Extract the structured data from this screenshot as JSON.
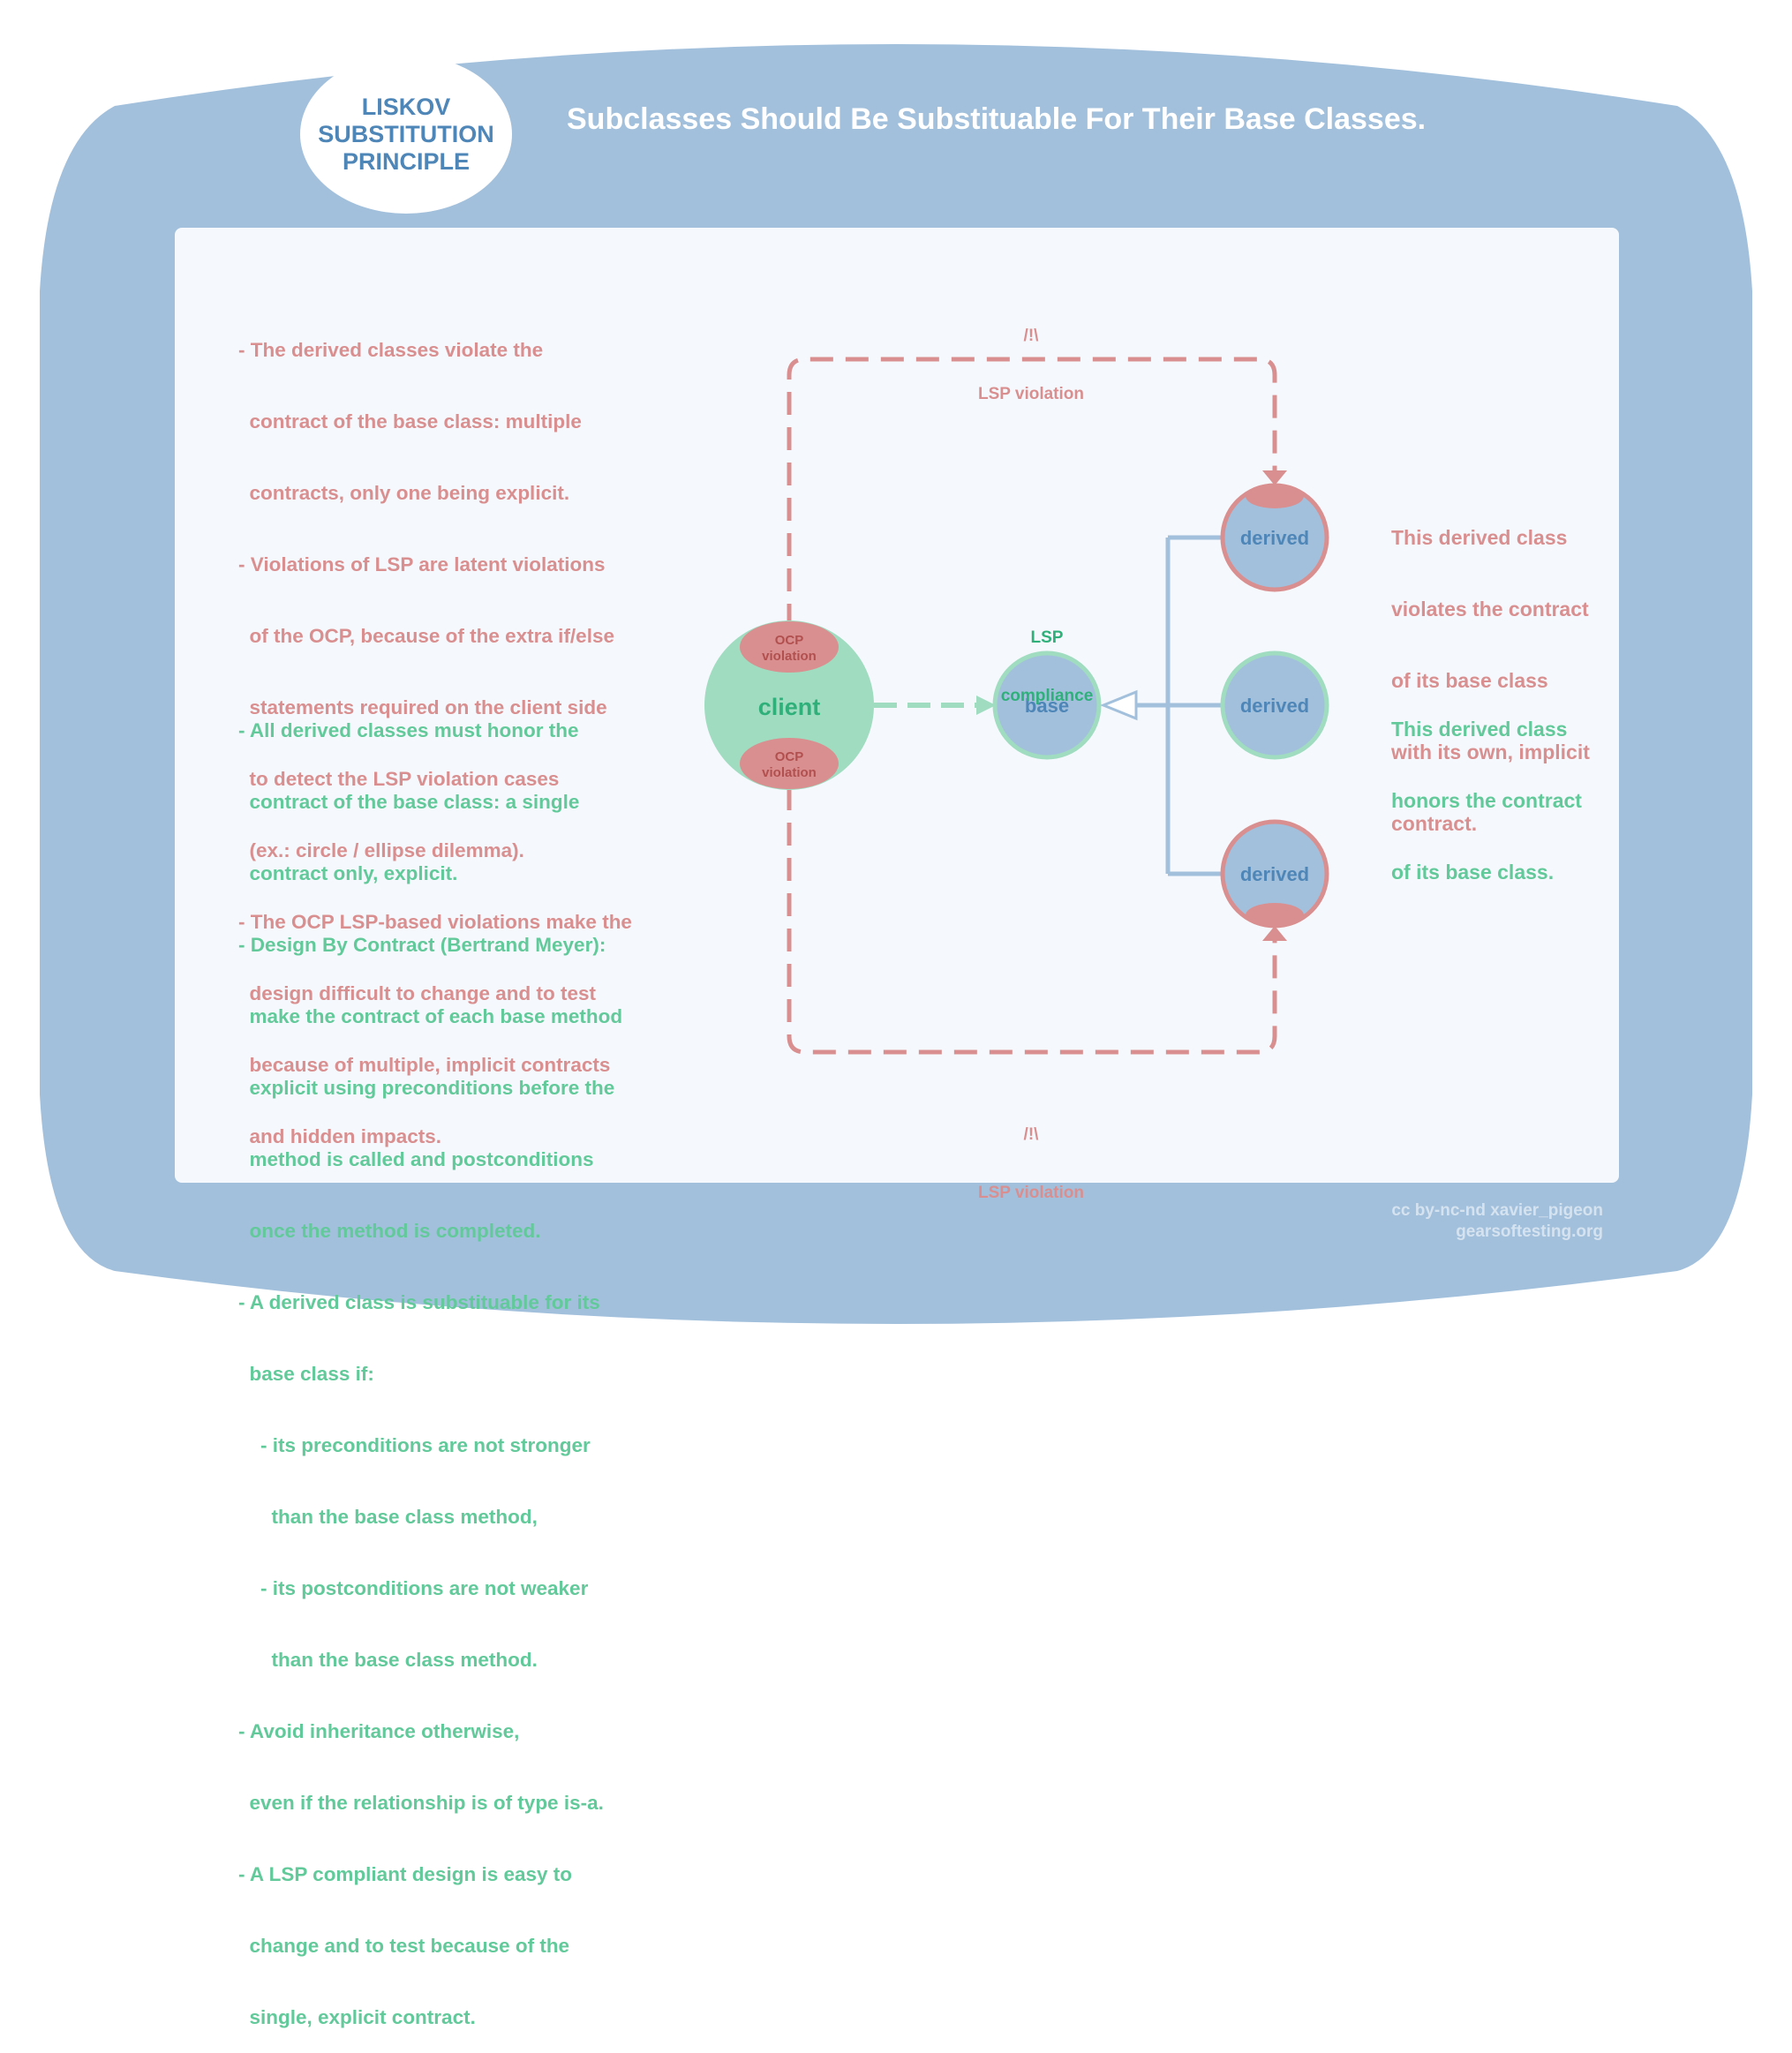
{
  "badge": {
    "lines": [
      "LISKOV",
      "SUBSTITUTION",
      "PRINCIPLE"
    ]
  },
  "title": "Subclasses Should Be Substituable For Their Base Classes.",
  "violation_notes": [
    "- The derived classes violate the",
    "  contract of the base class: multiple",
    "  contracts, only one being explicit.",
    "- Violations of LSP are latent violations",
    "  of the OCP, because of the extra if/else",
    "  statements required on the client side",
    "  to detect the LSP violation cases",
    "  (ex.: circle / ellipse dilemma).",
    "- The OCP LSP-based violations make the",
    "  design difficult to change and to test",
    "  because of multiple, implicit contracts",
    "  and hidden impacts."
  ],
  "compliance_notes": [
    "- All derived classes must honor the",
    "  contract of the base class: a single",
    "  contract only, explicit.",
    "- Design By Contract (Bertrand Meyer):",
    "  make the contract of each base method",
    "  explicit using preconditions before the",
    "  method is called and postconditions",
    "  once the method is completed.",
    "- A derived class is substituable for its",
    "  base class if:",
    "    - its preconditions are not stronger",
    "      than the base class method,",
    "    - its postconditions are not weaker",
    "      than the base class method.",
    "- Avoid inheritance otherwise,",
    "  even if the relationship is of type is-a.",
    "- A LSP compliant design is easy to",
    "  change and to test because of the",
    "  single, explicit contract."
  ],
  "diagram": {
    "client_label": "client",
    "base_label": "base",
    "derived_top_label": "derived",
    "derived_middle_label": "derived",
    "derived_bottom_label": "derived",
    "ocp_top": [
      "OCP",
      "violation"
    ],
    "ocp_bottom": [
      "OCP",
      "violation"
    ],
    "lsp_violation_top": [
      "/!\\",
      "LSP violation"
    ],
    "lsp_violation_bottom": [
      "/!\\",
      "LSP violation"
    ],
    "lsp_compliance": [
      "LSP",
      "compliance"
    ]
  },
  "side_notes": {
    "violates": [
      "This derived class",
      "violates the contract",
      "of its base class",
      "with its own, implicit",
      "contract."
    ],
    "honors": [
      "This derived class",
      "honors the contract",
      "of its base class."
    ]
  },
  "footer": {
    "license": "cc by-nc-nd  xavier_pigeon",
    "site": "gearsoftesting.org"
  },
  "colors": {
    "frame": "#a2c0dc",
    "panel": "#f5f8fc",
    "violation": "#d98f8f",
    "compliance": "#62c99a",
    "client_fill": "#9fdcc0",
    "class_fill": "#a2c0dc",
    "class_text": "#4f86b8"
  }
}
